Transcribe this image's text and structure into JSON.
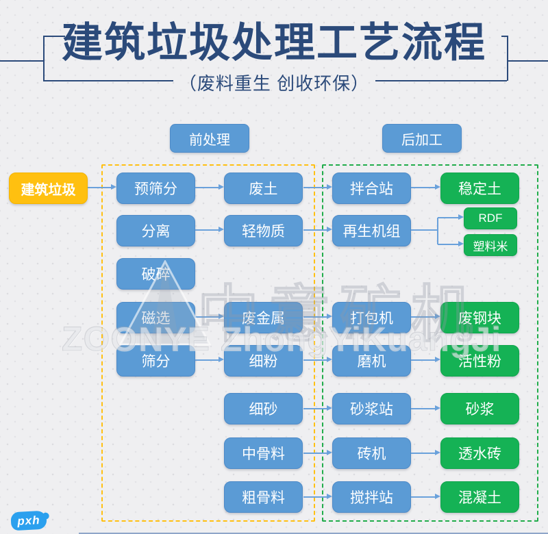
{
  "header": {
    "title": "建筑垃圾处理工艺流程",
    "subtitle": "（废料重生 创收环保）"
  },
  "sections": {
    "pre": "前处理",
    "post": "后加工"
  },
  "nodes": {
    "jianzhulaji": "建筑垃圾",
    "yushaifen": "预筛分",
    "fenli": "分离",
    "posui": "破碎",
    "cixuan": "磁选",
    "shaifen": "筛分",
    "feitu": "废土",
    "qingwuzhi": "轻物质",
    "feijinshu": "废金属",
    "xifen": "细粉",
    "xisha": "细砂",
    "zhongguliao": "中骨料",
    "cuguliao": "粗骨料",
    "banhezhan": "拌合站",
    "zaishengjizu": "再生机组",
    "dabaoji": "打包机",
    "moji": "磨机",
    "shajiangzhan": "砂浆站",
    "zhuanji": "砖机",
    "jiaobanzhan": "搅拌站",
    "wendingtu": "稳定土",
    "rdf": "RDF",
    "suliaomi": "塑料米",
    "feigangkuai": "废钢块",
    "huoxingfen": "活性粉",
    "shajiang": "砂浆",
    "toushuizhuan": "透水砖",
    "hunningtu": "混凝土"
  },
  "watermark": {
    "cn": "中意矿机",
    "en": "ZOONYE ZhongYiKuangJi"
  },
  "logo": "pxh",
  "colors": {
    "title_navy": "#2b4a7a",
    "box_blue": "#5b9bd5",
    "box_green": "#15b255",
    "box_yellow": "#ffc010",
    "dash_yellow": "#ffc011",
    "dash_green": "#21ad4b",
    "arrow_blue": "#6aa1db",
    "background": "#efeff1"
  }
}
